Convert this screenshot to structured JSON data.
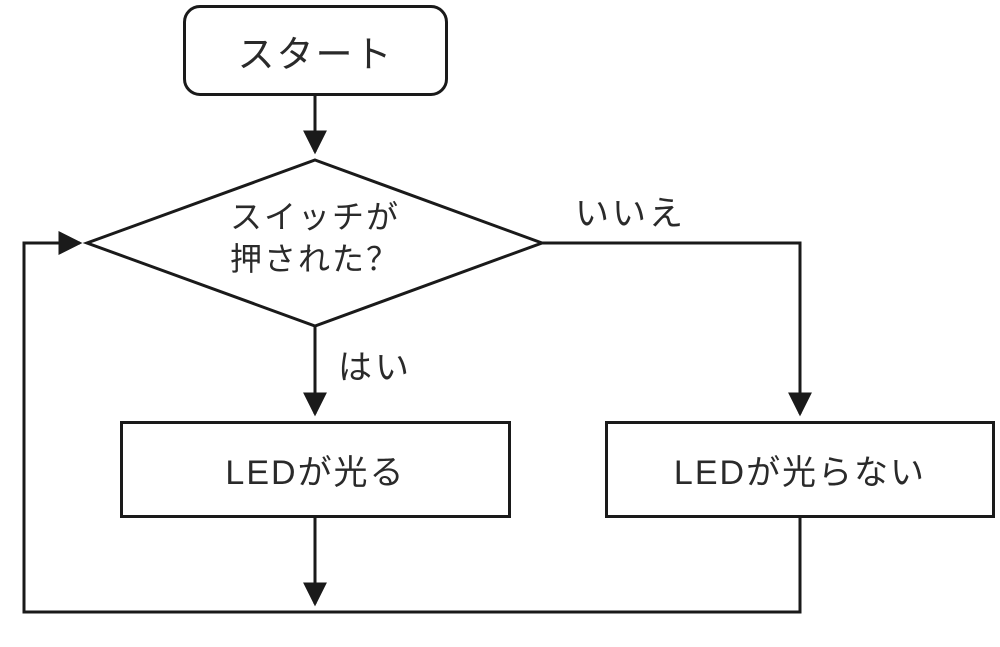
{
  "diagram": {
    "type": "flowchart",
    "background_color": "#ffffff",
    "line_color": "#1a1a1a",
    "text_color": "#2a2a2a",
    "nodes": {
      "start": {
        "shape": "rounded-rectangle",
        "label": "スタート"
      },
      "decision": {
        "shape": "diamond",
        "label": "スイッチが押された？",
        "line1": "スイッチが",
        "line2": "押された？"
      },
      "led_on": {
        "shape": "rectangle",
        "label": "LEDが光る"
      },
      "led_off": {
        "shape": "rectangle",
        "label": "LEDが光らない"
      }
    },
    "edge_labels": {
      "yes": "はい",
      "no": "いいえ"
    },
    "edges": [
      {
        "from": "start",
        "to": "decision",
        "label": ""
      },
      {
        "from": "decision",
        "to": "led_on",
        "label": "はい"
      },
      {
        "from": "decision",
        "to": "led_off",
        "label": "いいえ"
      },
      {
        "from": "led_on",
        "to": "merge",
        "label": ""
      },
      {
        "from": "led_off",
        "to": "merge",
        "label": ""
      },
      {
        "from": "merge",
        "to": "decision",
        "label": ""
      }
    ]
  }
}
